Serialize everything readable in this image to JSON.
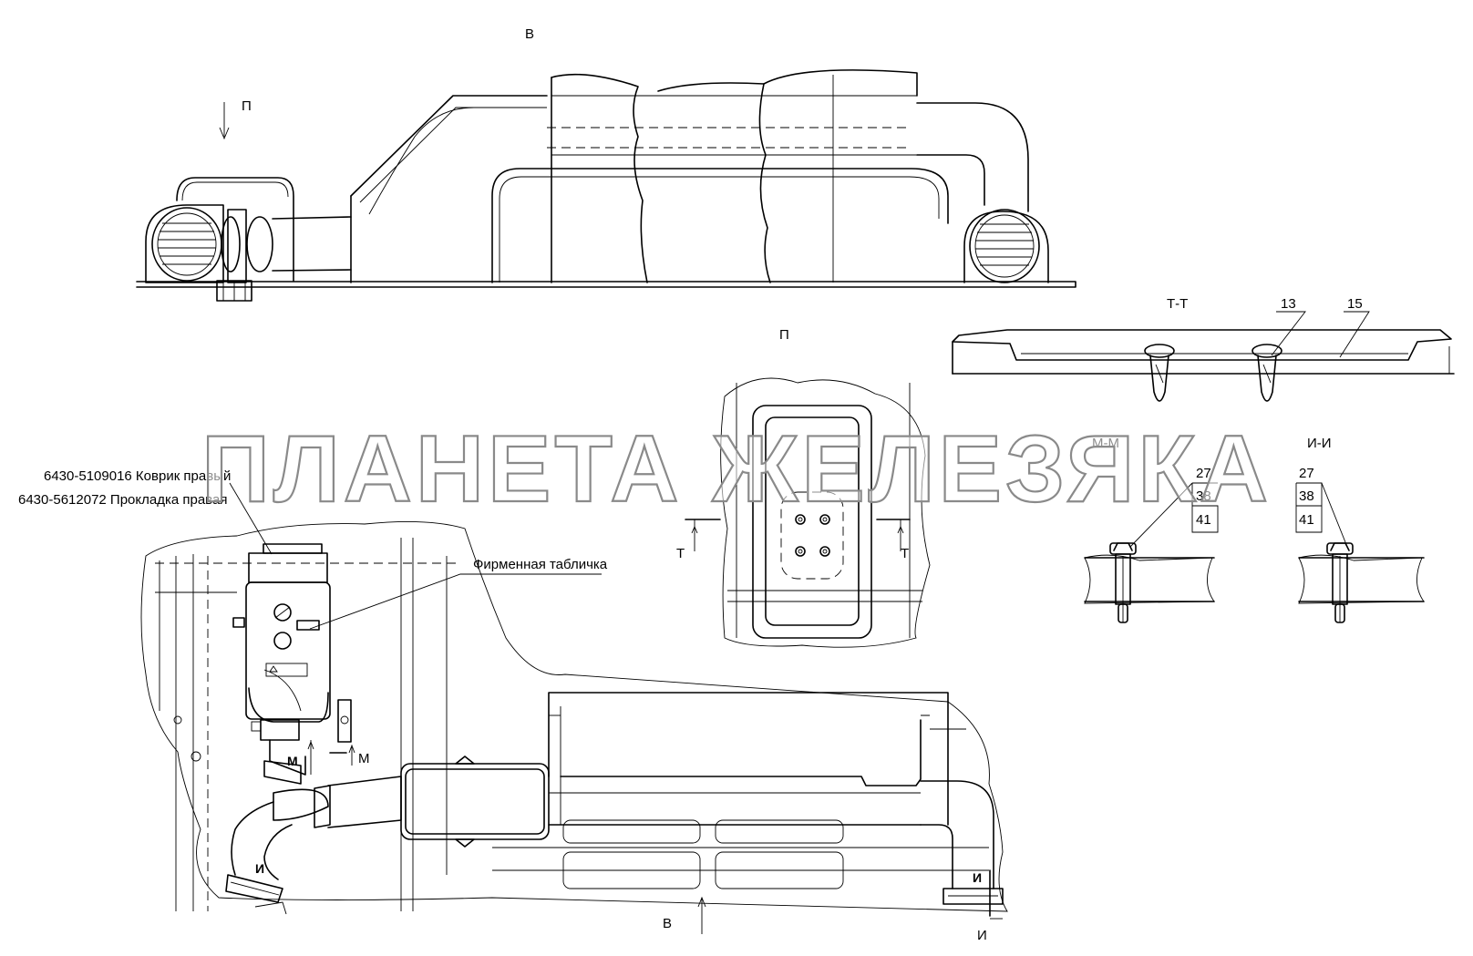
{
  "views": {
    "top": {
      "label": "В"
    },
    "arrow_p": {
      "label": "П"
    },
    "p_view": {
      "label": "П"
    },
    "tt": {
      "label": "Т-Т"
    },
    "mm": {
      "label": "М-М"
    },
    "ii": {
      "label": "И-И"
    }
  },
  "callouts": {
    "n13": "13",
    "n15": "15",
    "mm_27": "27",
    "mm_38": "38",
    "mm_41": "41",
    "ii_27": "27",
    "ii_38": "38",
    "ii_41": "41"
  },
  "notes": {
    "kovrik": "6430-5109016 Коврик правый",
    "prokladka": "6430-5612072 Прокладка правая",
    "tablichka": "Фирменная табличка"
  },
  "section_marks": {
    "t_left": "Т",
    "t_right": "Т",
    "m_a": "М",
    "m_b": "М",
    "i_left": "И",
    "i_right": "И",
    "i_bottom": "И",
    "v_bottom": "В"
  },
  "watermark": "ПЛАНЕТА ЖЕЛЕЗЯКА"
}
